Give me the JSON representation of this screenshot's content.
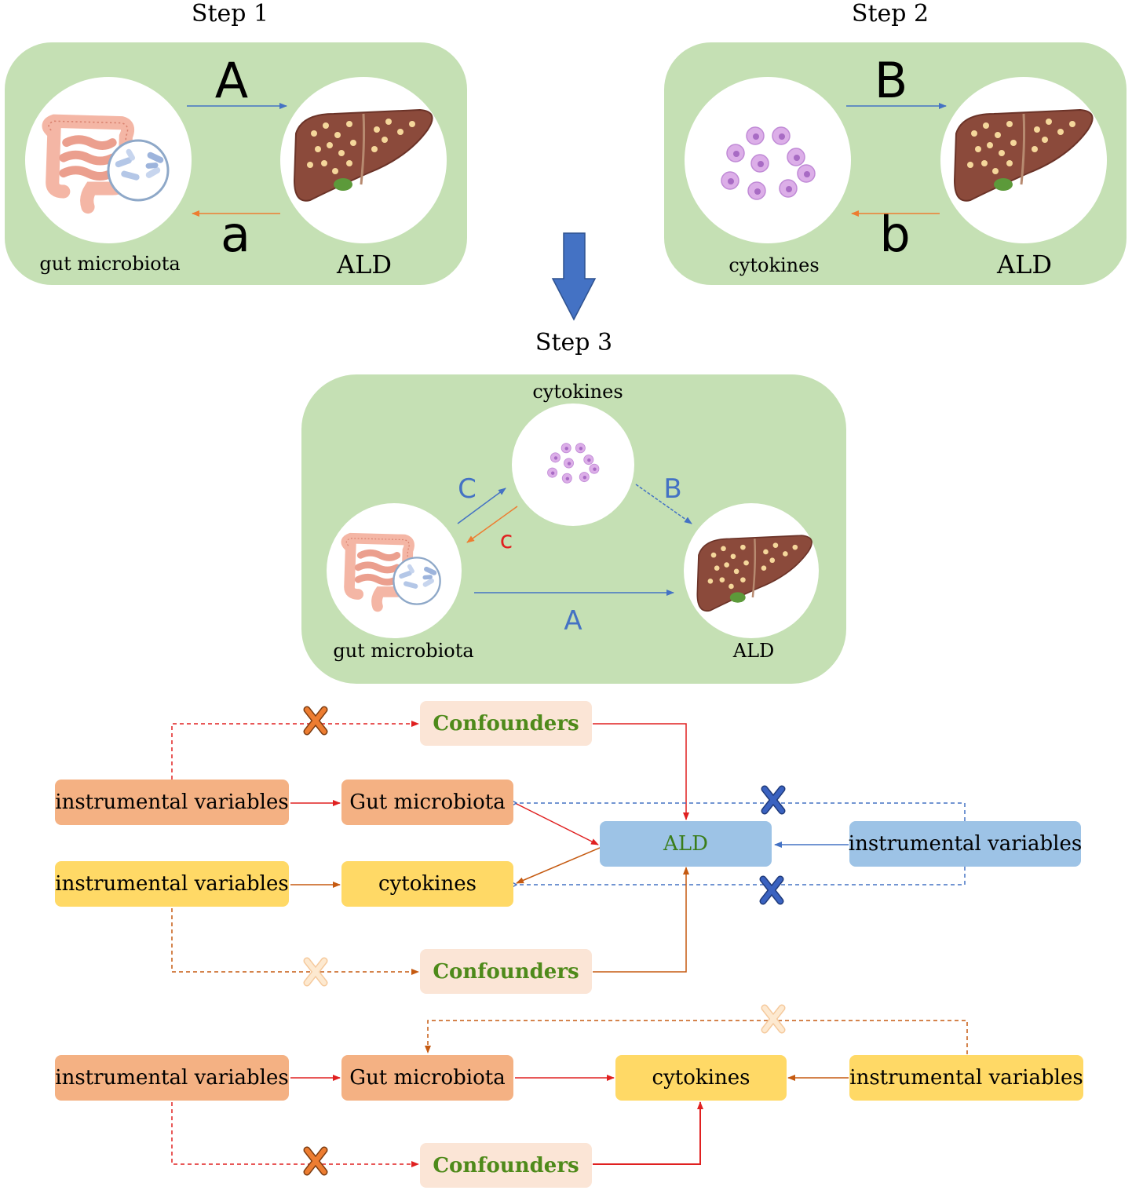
{
  "steps": {
    "step1": {
      "title": "Step 1",
      "upper_letter": "A",
      "lower_letter": "a",
      "left_label": "gut microbiota",
      "right_label": "ALD"
    },
    "step2": {
      "title": "Step 2",
      "upper_letter": "B",
      "lower_letter": "b",
      "left_label": "cytokines",
      "right_label": "ALD"
    },
    "step3": {
      "title": "Step 3",
      "top_label": "cytokines",
      "left_label": "gut microbiota",
      "right_label": "ALD",
      "letter_C_upper": "C",
      "letter_c_lower": "c",
      "letter_B": "B",
      "letter_A": "A"
    }
  },
  "diagram1": {
    "confounders_top": "Confounders",
    "iv_orange": "instrumental variables",
    "gut_microbiota": "Gut microbiota",
    "ald": "ALD",
    "iv_blue": "instrumental variables",
    "iv_yellow": "instrumental variables",
    "cytokines": "cytokines",
    "confounders_bottom": "Confounders"
  },
  "diagram2": {
    "iv_orange": "instrumental variables",
    "gut_microbiota": "Gut microbiota",
    "cytokines": "cytokines",
    "iv_yellow": "instrumental variables",
    "confounders": "Confounders"
  },
  "colors": {
    "panel_green": "#c5e0b4",
    "arrow_blue": "#4472c4",
    "arrow_orange": "#ed7d31",
    "arrow_red": "#e02020",
    "arrow_brown": "#c55a11",
    "letter_blue": "#4472c4",
    "letter_red": "#e02020"
  },
  "icons": [
    "intestine-icon",
    "bacteria-magnifier-icon",
    "liver-icon",
    "cells-icon",
    "down-arrow-icon",
    "cross-mark-icon"
  ]
}
